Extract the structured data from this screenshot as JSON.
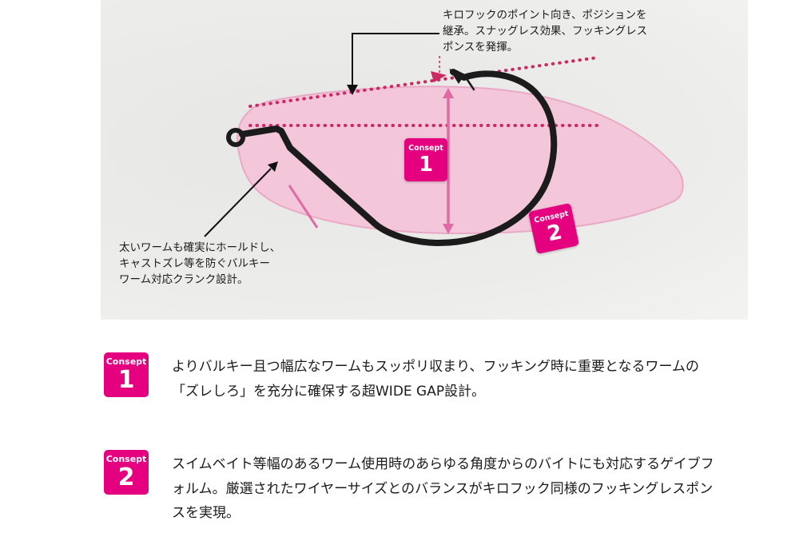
{
  "colors": {
    "badge_pink": "#e4007f",
    "worm_fill": "#f3c6d9",
    "worm_edge": "#e9a9c6",
    "dotted_line": "#cc2a62",
    "measure_pink": "#e06ba4",
    "hook_black": "#1b1b1b",
    "photo_background": "#ececea",
    "text": "#1a1a1a"
  },
  "diagram": {
    "top_annotation": {
      "line1": "キロフックのポイント向き、ポジションを",
      "line2": "継承。スナッグレス効果、フッキングレス",
      "line3": "ポンスを発揮。"
    },
    "bottom_annotation": {
      "line1": "太いワームも確実にホールドし、",
      "line2": "キャストズレ等を防ぐバルキー",
      "line3": "ワーム対応クランク設計。"
    },
    "badge1": {
      "label": "Consept",
      "number": "1"
    },
    "badge2": {
      "label": "Consept",
      "number": "2"
    }
  },
  "concepts": [
    {
      "label": "Consept",
      "number": "1",
      "text": "よりバルキー且つ幅広なワームもスッポリ収まり、フッキング時に重要となるワームの「ズレしろ」を充分に確保する超WIDE GAP設計。"
    },
    {
      "label": "Consept",
      "number": "2",
      "text": "スイムベイト等幅のあるワーム使用時のあらゆる角度からのバイトにも対応するゲイブフォルム。厳選されたワイヤーサイズとのバランスがキロフック同様のフッキングレスポンスを実現。"
    }
  ]
}
